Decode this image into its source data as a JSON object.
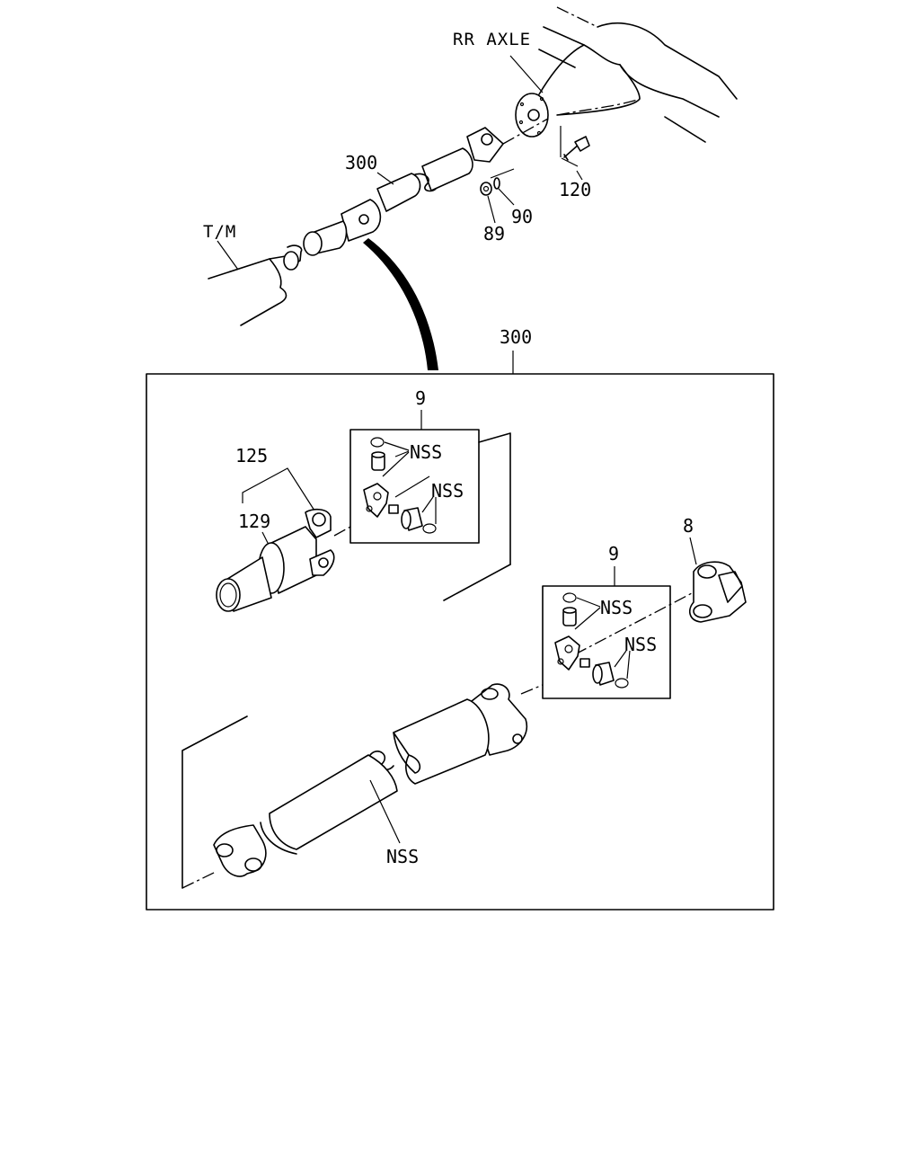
{
  "labels": {
    "rr_axle": "RR AXLE",
    "tm": "T/M",
    "assembly_top": "300",
    "assembly_box": "300",
    "bolt": "120",
    "nut": "89",
    "washer": "90",
    "spider_kit_1": "9",
    "spider_kit_2": "9",
    "flange_yoke": "8",
    "slip_yoke_group": "125",
    "slip_yoke": "129",
    "nss_1": "NSS",
    "nss_2": "NSS",
    "nss_3": "NSS",
    "nss_4": "NSS",
    "nss_tube": "NSS"
  }
}
